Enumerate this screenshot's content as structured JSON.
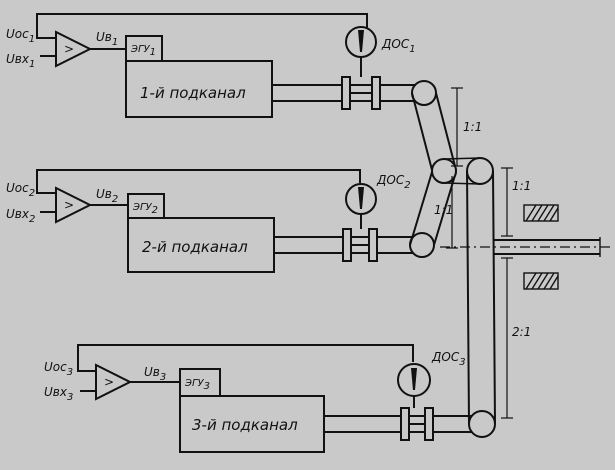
{
  "channels": [
    {
      "input_fb": "Uос",
      "input_fb_sub": "1",
      "input_in": "Uвх",
      "input_in_sub": "1",
      "output": "Uв",
      "output_sub": "1",
      "egu": "ЭГУ",
      "egu_sub": "1",
      "subchannel": "1-й подканал",
      "sensor": "ДОС",
      "sensor_sub": "1"
    },
    {
      "input_fb": "Uос",
      "input_fb_sub": "2",
      "input_in": "Uвх",
      "input_in_sub": "2",
      "output": "Uв",
      "output_sub": "2",
      "egu": "ЭГУ",
      "egu_sub": "2",
      "subchannel": "2-й подканал",
      "sensor": "ДОС",
      "sensor_sub": "2"
    },
    {
      "input_fb": "Uос",
      "input_fb_sub": "3",
      "input_in": "Uвх",
      "input_in_sub": "3",
      "output": "Uв",
      "output_sub": "3",
      "egu": "ЭГУ",
      "egu_sub": "3",
      "subchannel": "3-й подканал",
      "sensor": "ДОС",
      "sensor_sub": "3"
    }
  ],
  "ratios": {
    "upper_belt": "1:1",
    "middle_belt": "1:1",
    "lower_belt": "1:1",
    "output_belt": "2:1"
  }
}
